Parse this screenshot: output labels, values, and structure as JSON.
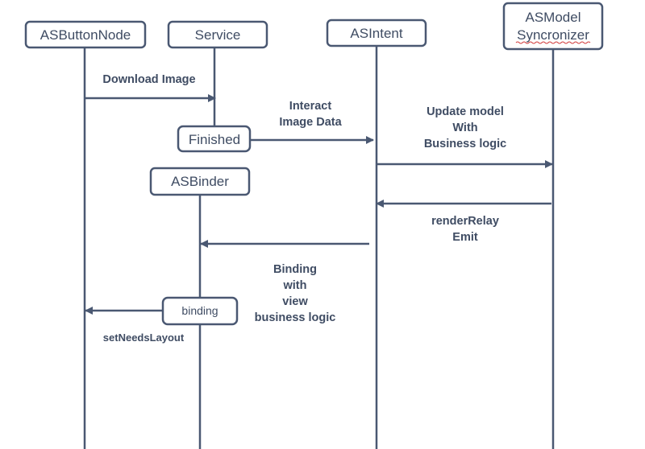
{
  "colors": {
    "line": "#4a5872",
    "text": "#3f4c63",
    "spellcheck": "#d33b3b",
    "background": "#ffffff"
  },
  "participants": {
    "asbuttonnode": "ASButtonNode",
    "service": "Service",
    "asintent": "ASIntent",
    "asmodel_line1": "ASModel",
    "asmodel_line2": "Syncronizer",
    "asbinder": "ASBinder"
  },
  "activations": {
    "finished": "Finished",
    "binding": "binding"
  },
  "messages": {
    "download_image": "Download Image",
    "interact_line1": "Interact",
    "interact_line2": "Image Data",
    "update_line1": "Update model",
    "update_line2": "With",
    "update_line3": "Business logic",
    "render_line1": "renderRelay",
    "render_line2": "Emit",
    "binding_line1": "Binding",
    "binding_line2": "with",
    "binding_line3": "view",
    "binding_line4": "business logic",
    "set_needs_layout": "setNeedsLayout"
  }
}
